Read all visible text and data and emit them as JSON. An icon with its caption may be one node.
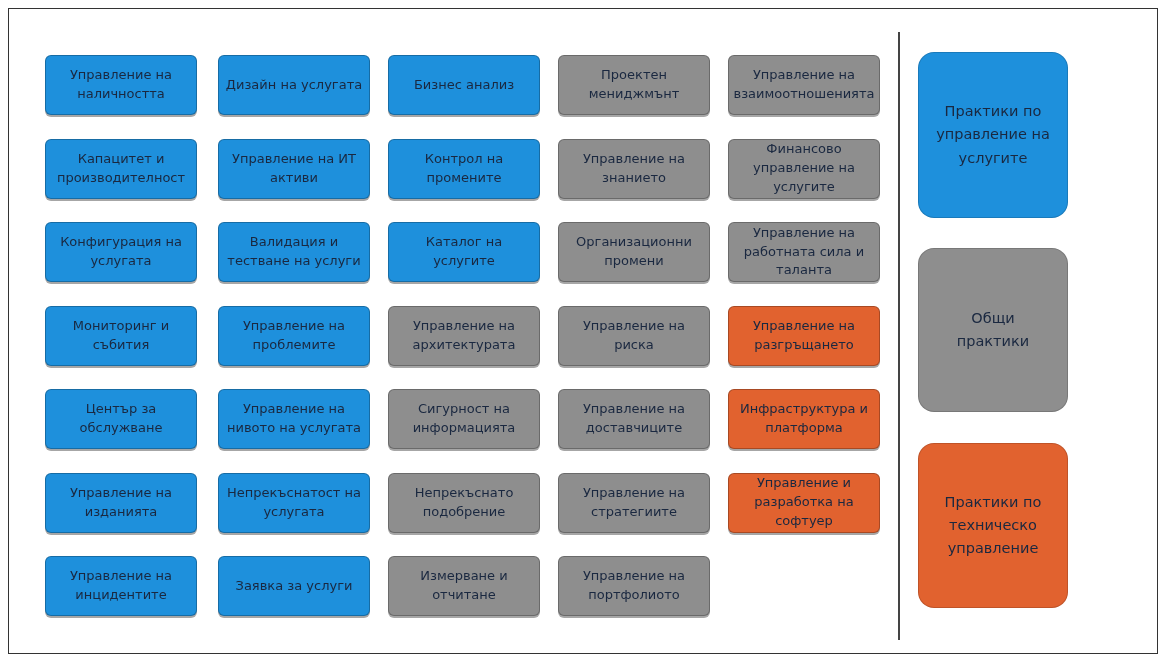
{
  "diagram": {
    "nodes": [
      {
        "text": [
          "Управление на наличността"
        ]
      },
      {
        "text": [
          "Дизайн на услугата"
        ]
      },
      {
        "text": [
          "Бизнес анализ"
        ]
      },
      {
        "text": [
          "Проектен мениджмънт"
        ]
      },
      {
        "text": [
          "Управление на взаимоотношенията"
        ]
      },
      {
        "text": [
          "Капацитет и производителност"
        ]
      },
      {
        "text": [
          "Управление на ИТ активи"
        ]
      },
      {
        "text": [
          "Контрол на промените"
        ]
      },
      {
        "text": [
          "Управление на знанието"
        ]
      },
      {
        "text": [
          "Финансово управление на услугите"
        ]
      },
      {
        "text": [
          "Конфигурация на услугата"
        ]
      },
      {
        "text": [
          "Валидация и тестване на услуги"
        ]
      },
      {
        "text": [
          "Каталог на услугите"
        ]
      },
      {
        "text": [
          "Организационни промени"
        ]
      },
      {
        "text": [
          "Управление на работната сила и таланта"
        ]
      },
      {
        "text": [
          "Мониторинг и събития"
        ]
      },
      {
        "text": [
          "Управление на проблемите"
        ]
      },
      {
        "text": [
          "Управление на архитектурата"
        ]
      },
      {
        "text": [
          "Управление на риска"
        ]
      },
      {
        "text": [
          "Управление на разгръщането"
        ]
      },
      {
        "text": [
          "Център за обслужване"
        ]
      },
      {
        "text": [
          "Управление на нивото на услугата"
        ]
      },
      {
        "text": [
          "Сигурност на информацията"
        ]
      },
      {
        "text": [
          "Управление на доставчиците"
        ]
      },
      {
        "text": [
          "Инфраструктура и платформа"
        ]
      },
      {
        "text": [
          "Управление на изданията"
        ]
      },
      {
        "text": [
          "Непрекъснатост на услугата"
        ]
      },
      {
        "text": [
          "Непрекъснато подобрение"
        ]
      },
      {
        "text": [
          "Управление на стратегиите"
        ]
      },
      {
        "text": [
          "Управление и разработка на софтуер"
        ]
      },
      {
        "text": [
          "Управление на инцидентите"
        ]
      },
      {
        "text": [
          "Заявка за услуги"
        ]
      },
      {
        "text": [
          "Измерване и отчитане"
        ]
      },
      {
        "text": [
          "Управление на портфолиото"
        ]
      }
    ],
    "legend": [
      {
        "text": "Практики по управление на услугите",
        "color": "#1e90dc"
      },
      {
        "text": "Общи практики",
        "color": "#8e8e8e"
      },
      {
        "text": "Практики по техническо управление",
        "color": "#e1622f"
      }
    ]
  }
}
